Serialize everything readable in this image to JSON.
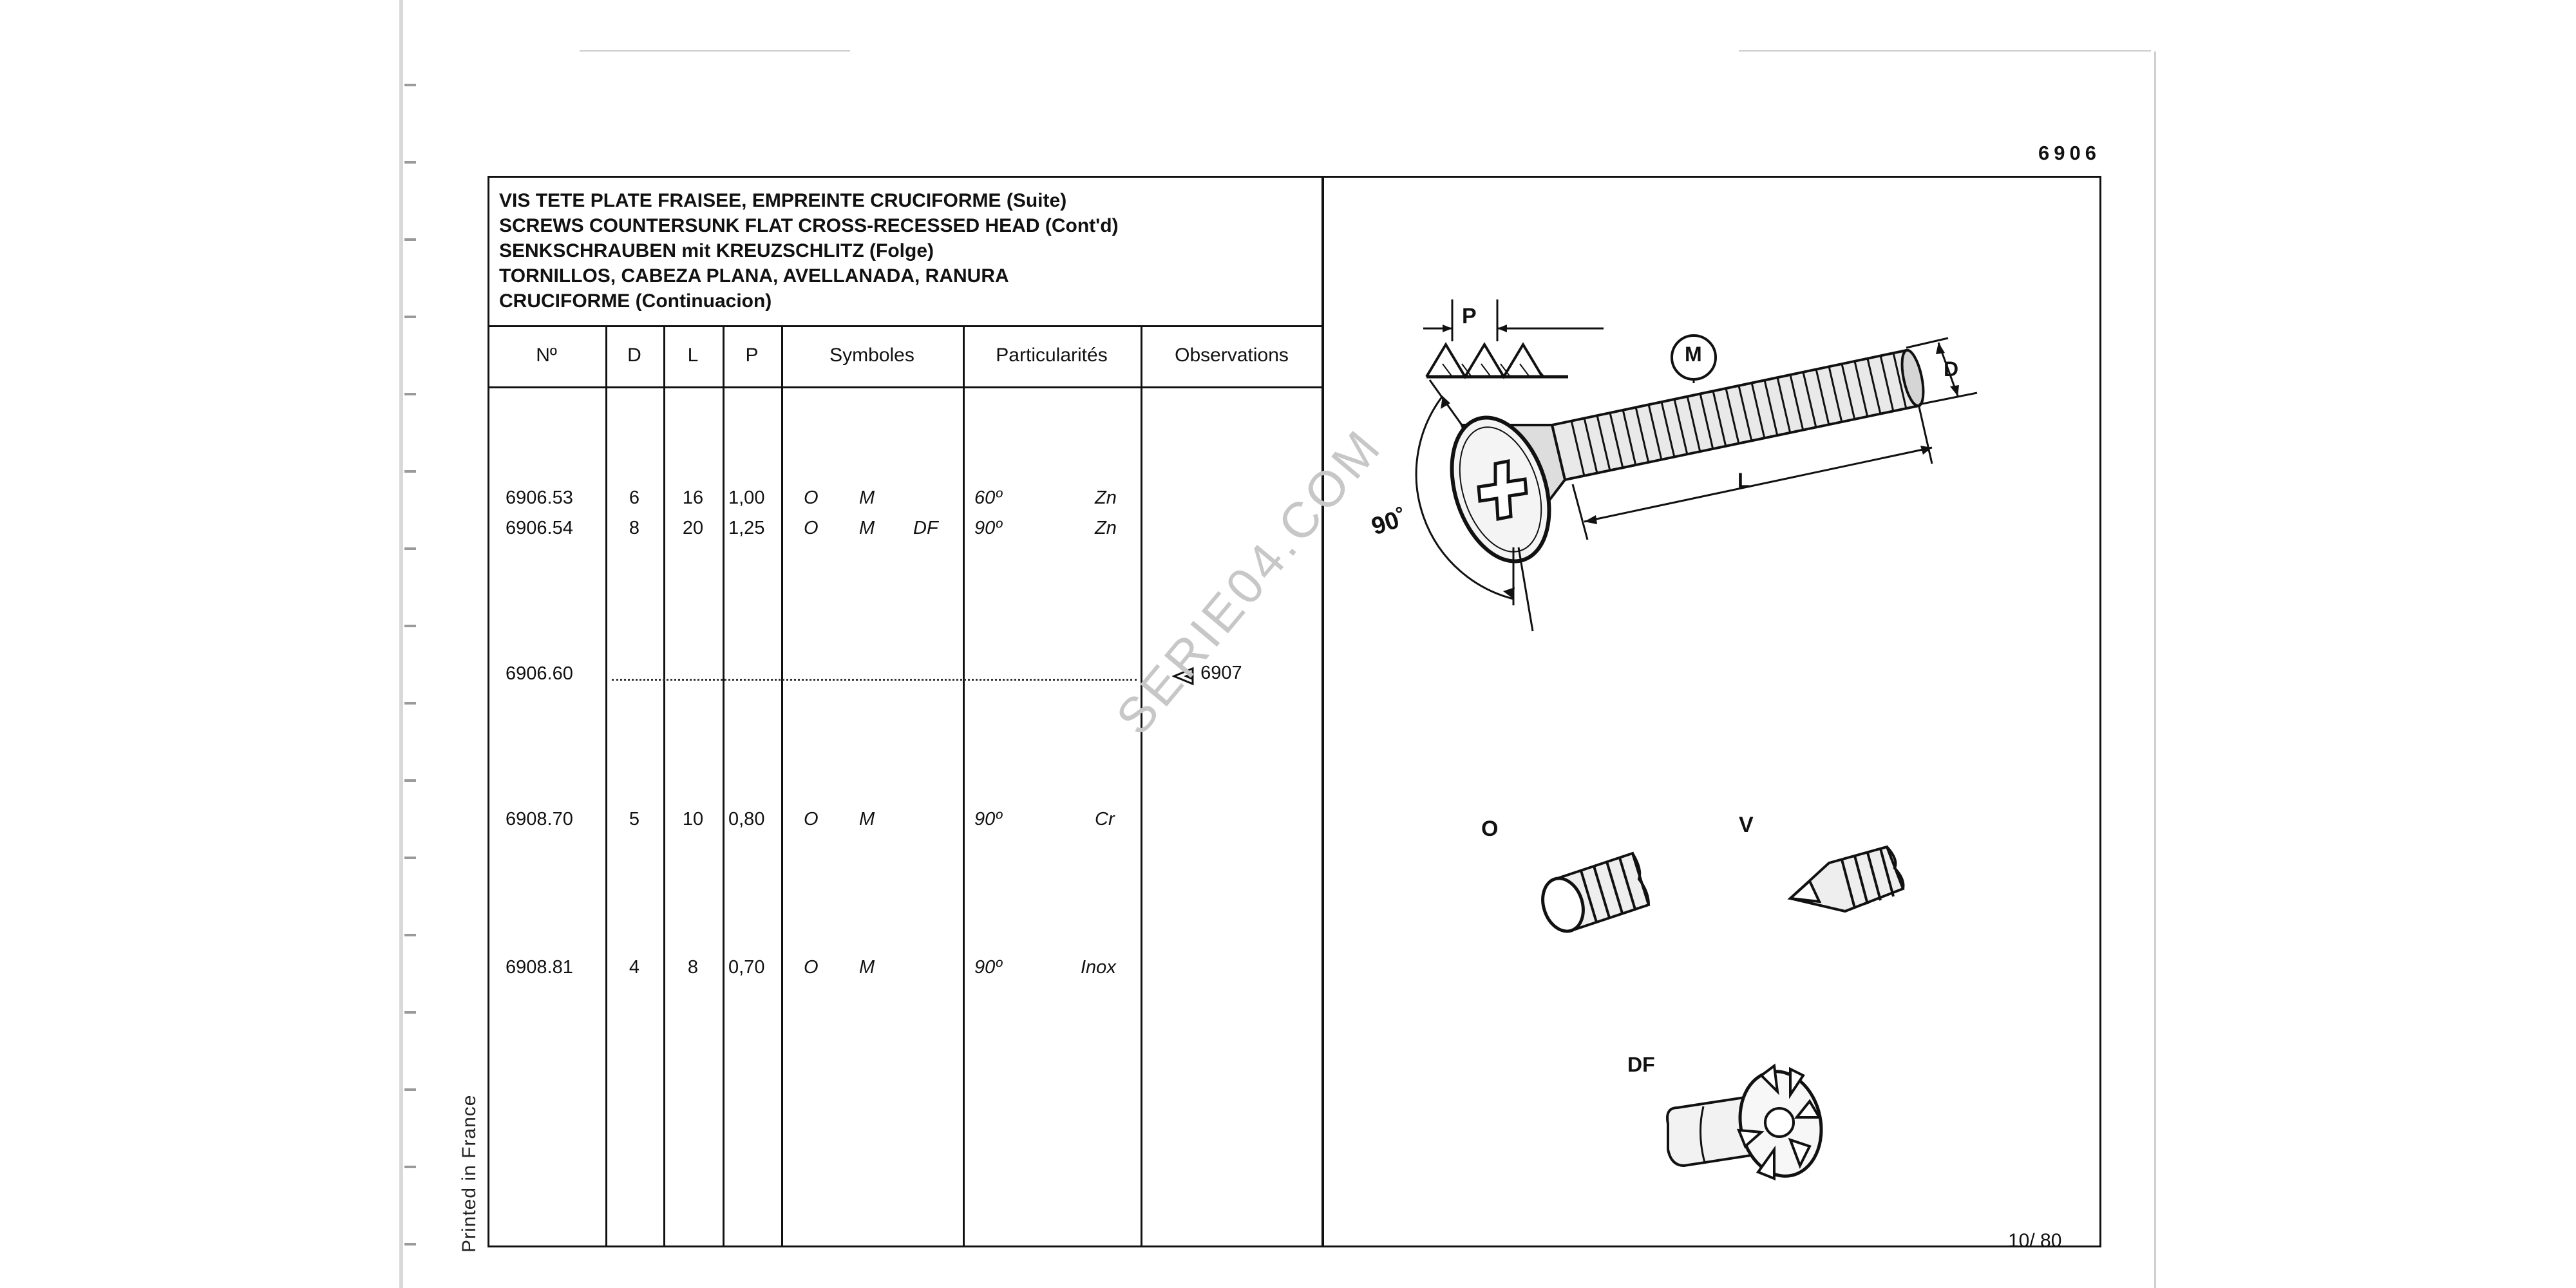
{
  "doc": {
    "page_code": "6906",
    "folio": "10/ 80",
    "printed_in": "Printed in France",
    "watermark": "SERIE04.COM"
  },
  "title": {
    "fr": "VIS TETE PLATE FRAISEE, EMPREINTE CRUCIFORME",
    "fr_suffix": "(Suite)",
    "en": "SCREWS COUNTERSUNK FLAT CROSS-RECESSED HEAD",
    "en_suffix": "(Cont'd)",
    "de": "SENKSCHRAUBEN mit KREUZSCHLITZ",
    "de_suffix": "(Folge)",
    "es1": "TORNILLOS, CABEZA PLANA, AVELLANADA, RANURA",
    "es2": "CRUCIFORME",
    "es2_suffix": "(Continuacion)"
  },
  "table": {
    "headers": {
      "no": "Nº",
      "d": "D",
      "l": "L",
      "p": "P",
      "symbols": "Symboles",
      "particularities": "Particularités",
      "observations": "Observations"
    },
    "rows": [
      {
        "no": "6906.53",
        "d": "6",
        "l": "16",
        "p": "1,00",
        "s1": "O",
        "s2": "M",
        "s3": "",
        "angle": "60º",
        "finish": "Zn"
      },
      {
        "no": "6906.54",
        "d": "8",
        "l": "20",
        "p": "1,25",
        "s1": "O",
        "s2": "M",
        "s3": "DF",
        "angle": "90º",
        "finish": "Zn"
      },
      {
        "no": "6906.60",
        "ref": "6907"
      },
      {
        "no": "6908.70",
        "d": "5",
        "l": "10",
        "p": "0,80",
        "s1": "O",
        "s2": "M",
        "s3": "",
        "angle": "90º",
        "finish": "Cr"
      },
      {
        "no": "6908.81",
        "d": "4",
        "l": "8",
        "p": "0,70",
        "s1": "O",
        "s2": "M",
        "s3": "",
        "angle": "90º",
        "finish": "Inox"
      }
    ]
  },
  "figures": {
    "pitch_label": "P",
    "material_label": "M",
    "diameter_label": "D",
    "length_label": "L",
    "angle_label": "90˚",
    "tip_o": "O",
    "tip_v": "V",
    "tip_df": "DF"
  }
}
